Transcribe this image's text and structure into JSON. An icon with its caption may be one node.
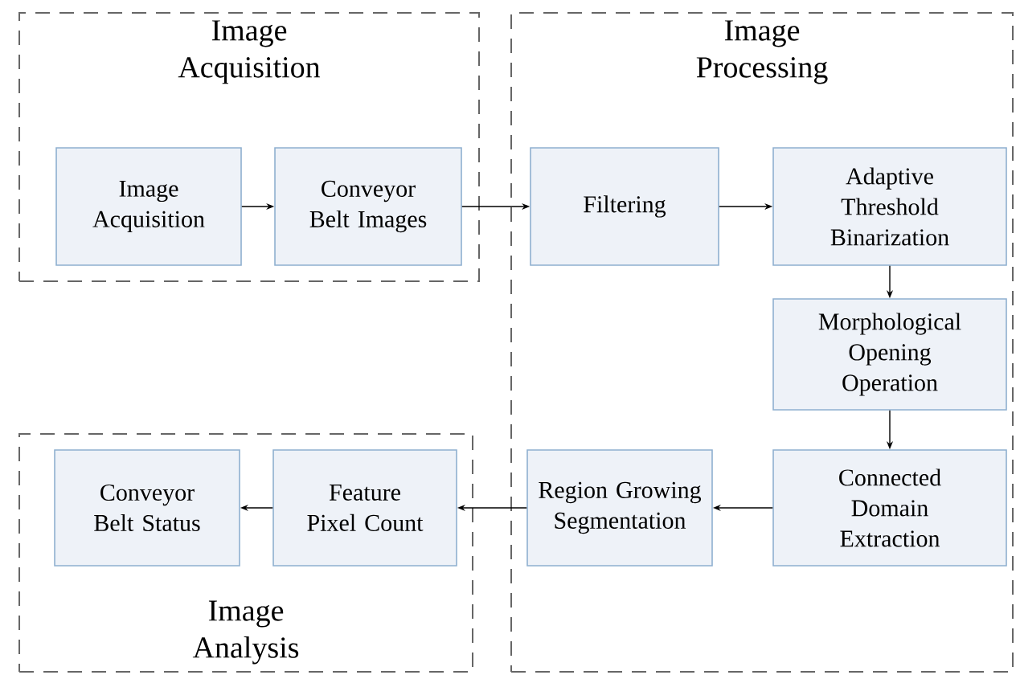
{
  "diagram": {
    "nodes": [
      {
        "text": [
          "Image Acquisition"
        ]
      },
      {
        "text": [
          "Image Acquisition"
        ],
        "in": 0
      },
      {
        "text": [
          "Conveyor Belt Images"
        ],
        "in": 0
      },
      {
        "text": [
          "Image Processing"
        ]
      },
      {
        "text": [
          "Filtering"
        ],
        "in": 3
      },
      {
        "text": [
          "Adaptive Threshold Binarization"
        ],
        "in": 3
      },
      {
        "text": [
          "Morphological Opening Operation"
        ],
        "in": 3
      },
      {
        "text": [
          "Connected Domain Extraction"
        ],
        "in": 3
      },
      {
        "text": [
          "Region Growing Segmentation"
        ],
        "in": 3
      },
      {
        "text": [
          "Image Analysis"
        ]
      },
      {
        "text": [
          "Feature Pixel Count"
        ],
        "in": 9
      },
      {
        "text": [
          "Conveyor Belt Status"
        ],
        "in": 9
      }
    ],
    "edges": [
      {
        "from": 1,
        "to": 2,
        "arrow": "to"
      },
      {
        "from": 2,
        "to": 4,
        "arrow": "to"
      },
      {
        "from": 4,
        "to": 5,
        "arrow": "to"
      },
      {
        "from": 5,
        "to": 6,
        "arrow": "to"
      },
      {
        "from": 6,
        "to": 7,
        "arrow": "to"
      },
      {
        "from": 7,
        "to": 8,
        "arrow": "to"
      },
      {
        "from": 8,
        "to": 10,
        "arrow": "to"
      },
      {
        "from": 10,
        "to": 11,
        "arrow": "to"
      }
    ]
  }
}
